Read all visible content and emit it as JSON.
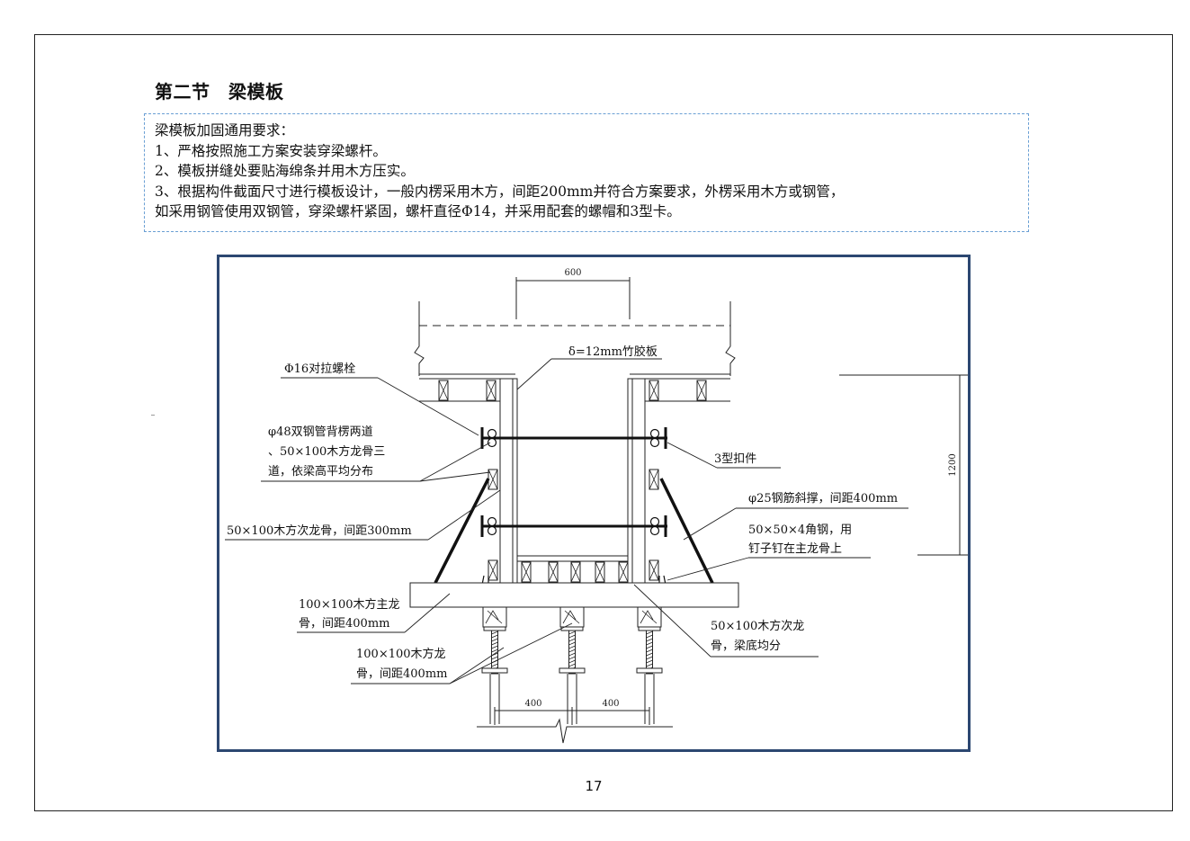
{
  "section_title": "第二节　梁模板",
  "requirements": {
    "heading": "梁模板加固通用要求：",
    "lines": [
      "1、严格按照施工方案安装穿梁螺杆。",
      "2、模板拼缝处要贴海绵条并用木方压实。",
      "3、根据构件截面尺寸进行模板设计，一般内楞采用木方，间距200mm并符合方案要求，外楞采用木方或钢管，",
      "如采用钢管使用双钢管，穿梁螺杆紧固，螺杆直径Φ14，并采用配套的螺帽和3型卡。"
    ]
  },
  "drawing": {
    "dims": {
      "top_width": "600",
      "height": "1200",
      "bottom_left": "400",
      "bottom_right": "400"
    },
    "labels": {
      "plywood": "δ=12mm竹胶板",
      "tie_bolt": "Φ16对拉螺栓",
      "steel_pipe_1": "φ48双钢管背楞两道",
      "steel_pipe_2": "、50×100木方龙骨三",
      "steel_pipe_3": "道，依梁高平均分布",
      "clip": "3型扣件",
      "brace": "φ25钢筋斜撑，间距400mm",
      "angle_1": "50×50×4角钢，用",
      "angle_2": "钉子钉在主龙骨上",
      "secondary": "50×100木方次龙骨，间距300mm",
      "main_1": "100×100木方主龙",
      "main_2": "骨，间距400mm",
      "keel_1": "100×100木方龙",
      "keel_2": "骨，间距400mm",
      "bottom_sec_1": "50×100木方次龙",
      "bottom_sec_2": "骨，梁底均分"
    }
  },
  "page_number": "17"
}
